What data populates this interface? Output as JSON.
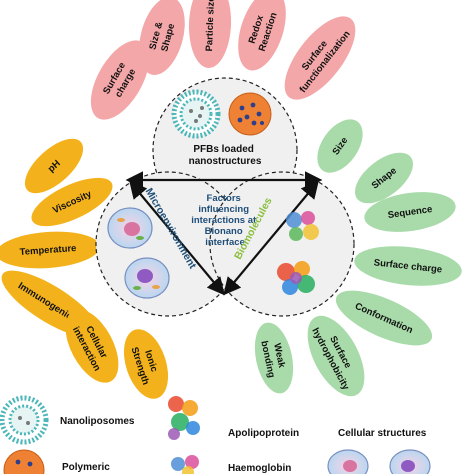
{
  "colors": {
    "red_petal": "#f4a7a9",
    "green_petal": "#a8dba9",
    "orange_petal": "#f3b21c",
    "circle_fill": "#f0f0f0",
    "factor_blue": "#1f4e79",
    "biomolecule_green": "#8bbf3f"
  },
  "center": {
    "top_label": [
      "PFBs loaded",
      "nanostructures"
    ],
    "factors": [
      "Factors",
      "influencing",
      "interactions at",
      "Bionano",
      "interface"
    ],
    "left_label": "Microenvironment",
    "right_label": "Biomolecules"
  },
  "nanostructure_properties": [
    {
      "lines": [
        "Surface",
        "charge"
      ]
    },
    {
      "lines": [
        "Size &",
        "Shape"
      ]
    },
    {
      "lines": [
        "Particle size"
      ]
    },
    {
      "lines": [
        "Redox",
        "Reaction"
      ]
    },
    {
      "lines": [
        "Surface",
        "functionalization"
      ]
    }
  ],
  "biomolecule_properties": [
    {
      "lines": [
        "Size"
      ]
    },
    {
      "lines": [
        "Shape"
      ]
    },
    {
      "lines": [
        "Sequence"
      ]
    },
    {
      "lines": [
        "Surface charge"
      ]
    },
    {
      "lines": [
        "Conformation"
      ]
    },
    {
      "lines": [
        "Surface",
        "hydrophobicity"
      ]
    },
    {
      "lines": [
        "Weak",
        "bonding"
      ]
    }
  ],
  "microenvironment_properties": [
    {
      "lines": [
        "pH"
      ]
    },
    {
      "lines": [
        "Viscosity"
      ]
    },
    {
      "lines": [
        "Temperature"
      ]
    },
    {
      "lines": [
        "Immunogenicity"
      ]
    },
    {
      "lines": [
        "Cellular",
        "interaction"
      ]
    },
    {
      "lines": [
        "Ionic",
        "Strength"
      ]
    }
  ],
  "legend": {
    "nanoliposomes": "Nanoliposomes",
    "polymeric": "Polymeric",
    "apolipoprotein": "Apolipoprotein",
    "haemoglobin": "Haemoglobin",
    "cellular_structures": "Cellular structures"
  }
}
